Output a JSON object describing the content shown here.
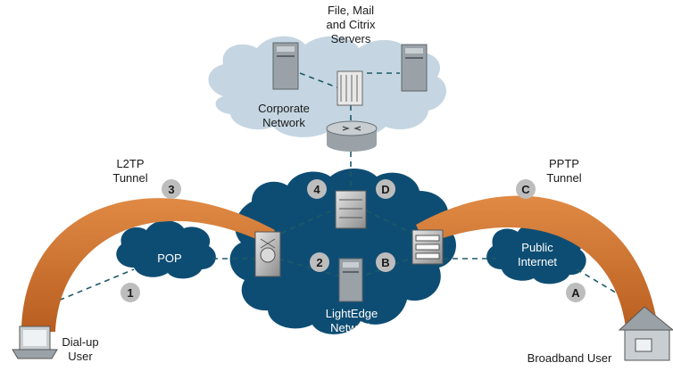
{
  "servers_label": [
    "File, Mail",
    "and Citrix",
    "Servers"
  ],
  "corporate_network_label": [
    "Corporate",
    "Network"
  ],
  "lightedge_network_label": [
    "LightEdge",
    "Network"
  ],
  "pop_label": "POP",
  "public_internet_label": [
    "Public",
    "Internet"
  ],
  "l2tp_tunnel_label": [
    "L2TP",
    "Tunnel"
  ],
  "pptp_tunnel_label": [
    "PPTP",
    "Tunnel"
  ],
  "dialup_user_label": [
    "Dial-up",
    "User"
  ],
  "broadband_user_label": "Broadband User",
  "badges": {
    "step1": "1",
    "step2": "2",
    "step3": "3",
    "step4": "4",
    "stepA": "A",
    "stepB": "B",
    "stepC": "C",
    "stepD": "D"
  },
  "colors": {
    "corporate_cloud": "#c5d6e2",
    "lightedge_cloud": "#0e4d73",
    "tunnel": "#c86a2a",
    "badge": "#bdbdbd",
    "link": "#1e5a66"
  }
}
